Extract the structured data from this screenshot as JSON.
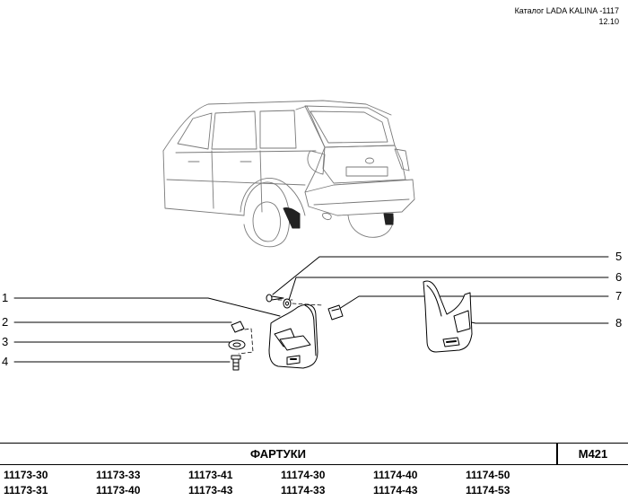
{
  "header": {
    "catalog_title": "Каталог LADA KALINA -1117",
    "date": "12.10"
  },
  "callouts": [
    {
      "number": "1"
    },
    {
      "number": "2"
    },
    {
      "number": "3"
    },
    {
      "number": "4"
    },
    {
      "number": "5"
    },
    {
      "number": "6"
    },
    {
      "number": "7"
    },
    {
      "number": "8"
    }
  ],
  "section": {
    "title": "ФАРТУКИ",
    "code": "М421"
  },
  "models": [
    [
      "11173-30",
      "11173-33",
      "11173-41",
      "11174-30",
      "11174-40",
      "11174-50"
    ],
    [
      "11173-31",
      "11173-40",
      "11173-43",
      "11174-33",
      "11174-43",
      "11174-53"
    ]
  ]
}
